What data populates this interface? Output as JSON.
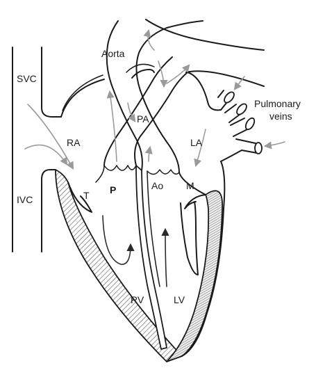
{
  "labels": {
    "svc": "SVC",
    "ivc": "IVC",
    "ra": "RA",
    "la": "LA",
    "rv": "RV",
    "lv": "LV",
    "aorta": "Aorta",
    "pa": "PA",
    "ao": "Ao",
    "valve_t": "T",
    "valve_p": "P",
    "valve_m": "M",
    "pulmonary_line1": "Pulmonary",
    "pulmonary_line2": "veins"
  },
  "colors": {
    "outline": "#1a1a1a",
    "flow_arrow": "#9a9a9a",
    "hatch": "#555555",
    "background": "#ffffff"
  }
}
